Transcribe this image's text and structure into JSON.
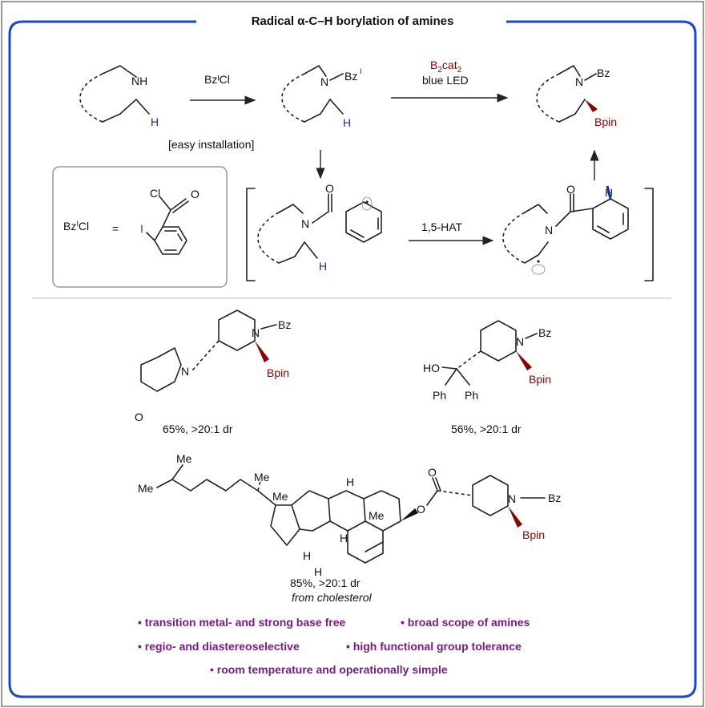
{
  "title": "Radical α-C–H borylation of amines",
  "colors": {
    "frame": "#1a46d6",
    "bpin": "#8B0000",
    "hydrogen": "#1a2e8a",
    "iodine": "#7a1a8a",
    "features": "#7a1a8a"
  },
  "atoms": {
    "nh": "NH",
    "h": "H",
    "n": "N",
    "bz": "Bz",
    "bz_i": "Bz",
    "sup_i": "I",
    "bpin": "Bpin",
    "cl": "Cl",
    "o": "O",
    "i": "I",
    "ho": "HO",
    "ph": "Ph",
    "me": "Me"
  },
  "reagents": {
    "step1": "BzᴵCl",
    "step1_note": "[easy installation]",
    "step2_line1": "B",
    "step2_sub": "2",
    "step2_cat": "cat",
    "step2_sub2": "2",
    "step2_line2": "blue LED",
    "hat": "1,5-HAT"
  },
  "legend": {
    "lhs": "Bz",
    "lhs_sup": "I",
    "lhs_cl": "Cl",
    "eq": "="
  },
  "examples": {
    "morpholine_yield": "65%, >20:1 dr",
    "diphenyl_yield": "56%, >20:1 dr",
    "cholesterol_yield": "85%, >20:1 dr",
    "cholesterol_note": "from cholesterol"
  },
  "features": [
    "• transition metal- and strong base free",
    "• broad scope of amines",
    "• regio- and diastereoselective",
    "• high functional group tolerance",
    "• room temperature and operationally simple"
  ]
}
